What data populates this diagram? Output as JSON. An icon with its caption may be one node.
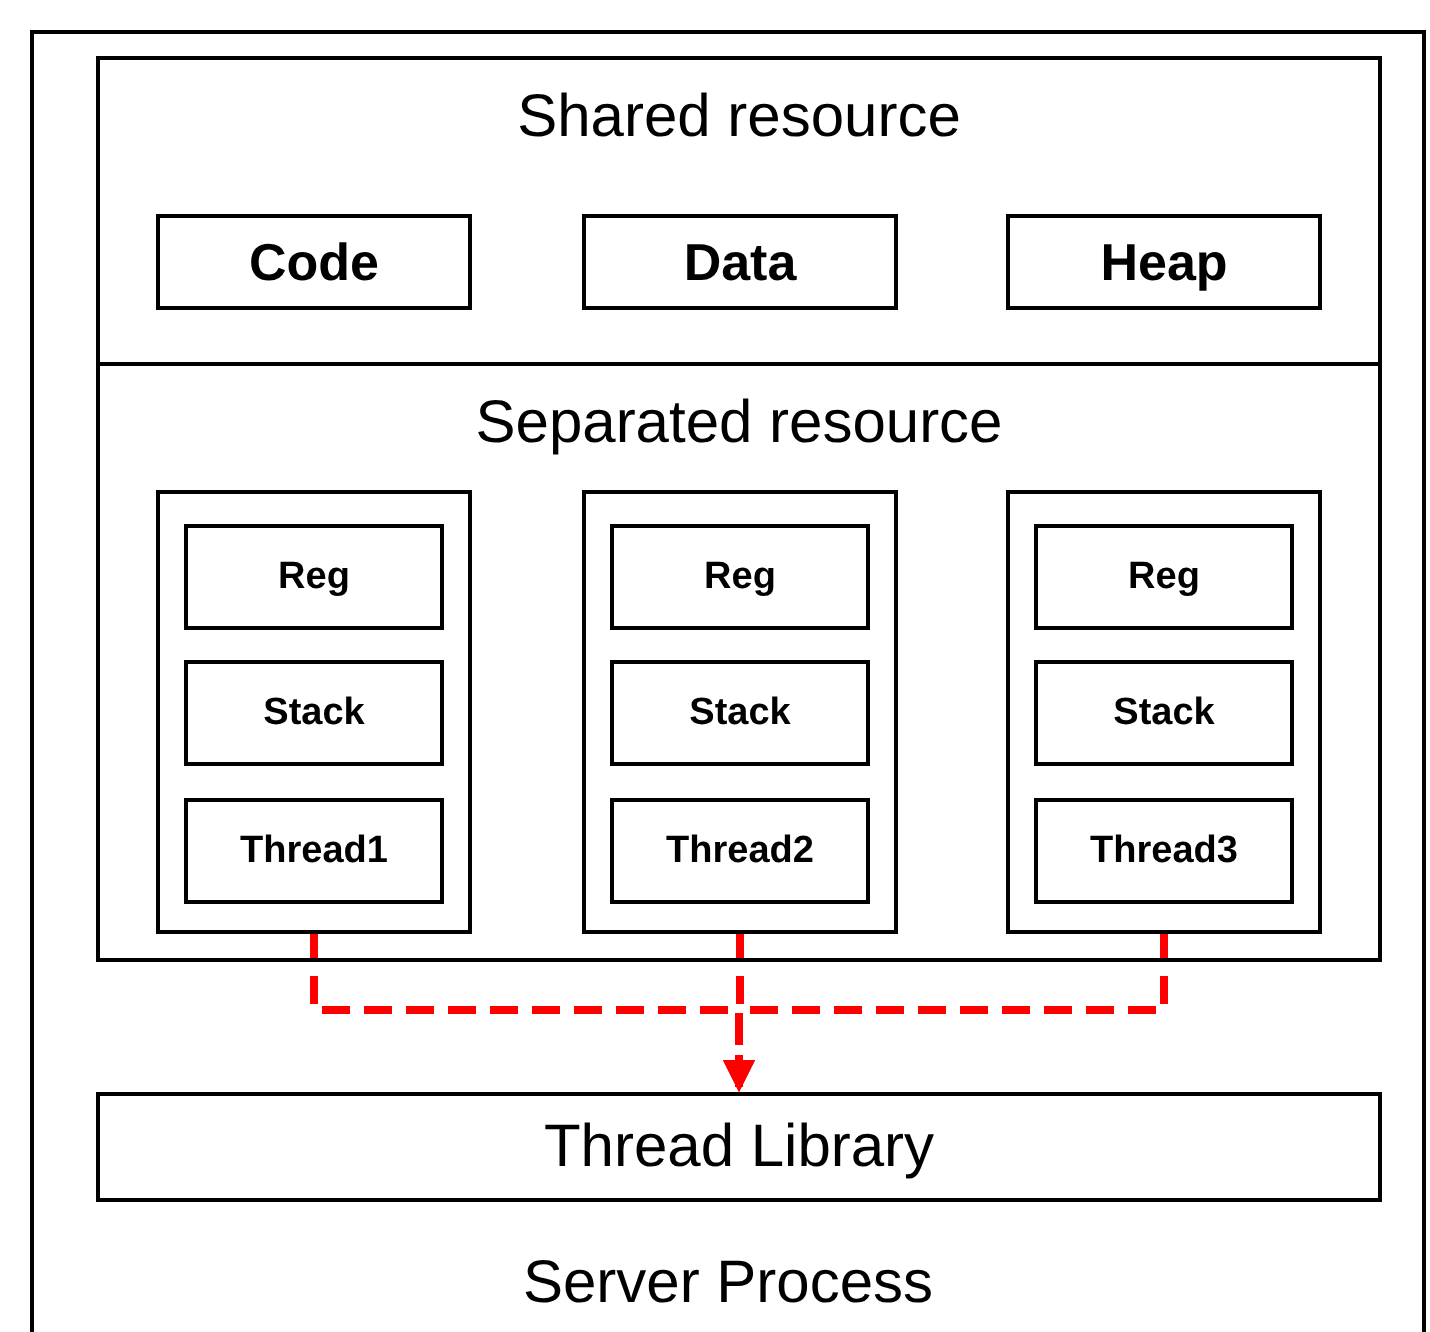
{
  "diagram": {
    "nodes": [
      {
        "text": [
          "Server Process"
        ]
      },
      {
        "text": [
          "Shared resource"
        ],
        "in": 0
      },
      {
        "text": [
          "Code"
        ],
        "in": 1
      },
      {
        "text": [
          "Data"
        ],
        "in": 1
      },
      {
        "text": [
          "Heap"
        ],
        "in": 1
      },
      {
        "text": [
          "Separated resource"
        ],
        "in": 0
      },
      {
        "text": [],
        "shape": "box",
        "in": 5
      },
      {
        "text": [
          "Reg"
        ],
        "in": 6
      },
      {
        "text": [
          "Stack"
        ],
        "in": 6
      },
      {
        "text": [
          "Thread1"
        ],
        "in": 6
      },
      {
        "text": [],
        "shape": "box",
        "in": 5
      },
      {
        "text": [
          "Reg"
        ],
        "in": 10
      },
      {
        "text": [
          "Stack"
        ],
        "in": 10
      },
      {
        "text": [
          "Thread2"
        ],
        "in": 10
      },
      {
        "text": [],
        "shape": "box",
        "in": 5
      },
      {
        "text": [
          "Reg"
        ],
        "in": 14
      },
      {
        "text": [
          "Stack"
        ],
        "in": 14
      },
      {
        "text": [
          "Thread3"
        ],
        "in": 14
      },
      {
        "text": [
          "Thread Library"
        ],
        "in": 0
      }
    ],
    "edges": [
      {
        "from": 6,
        "to": 18,
        "arrow": "to",
        "style": "dashed",
        "color": "#ff0000"
      },
      {
        "from": 10,
        "to": 18,
        "arrow": "to",
        "style": "dashed",
        "color": "#ff0000"
      },
      {
        "from": 14,
        "to": 18,
        "arrow": "to",
        "style": "dashed",
        "color": "#ff0000"
      }
    ]
  }
}
